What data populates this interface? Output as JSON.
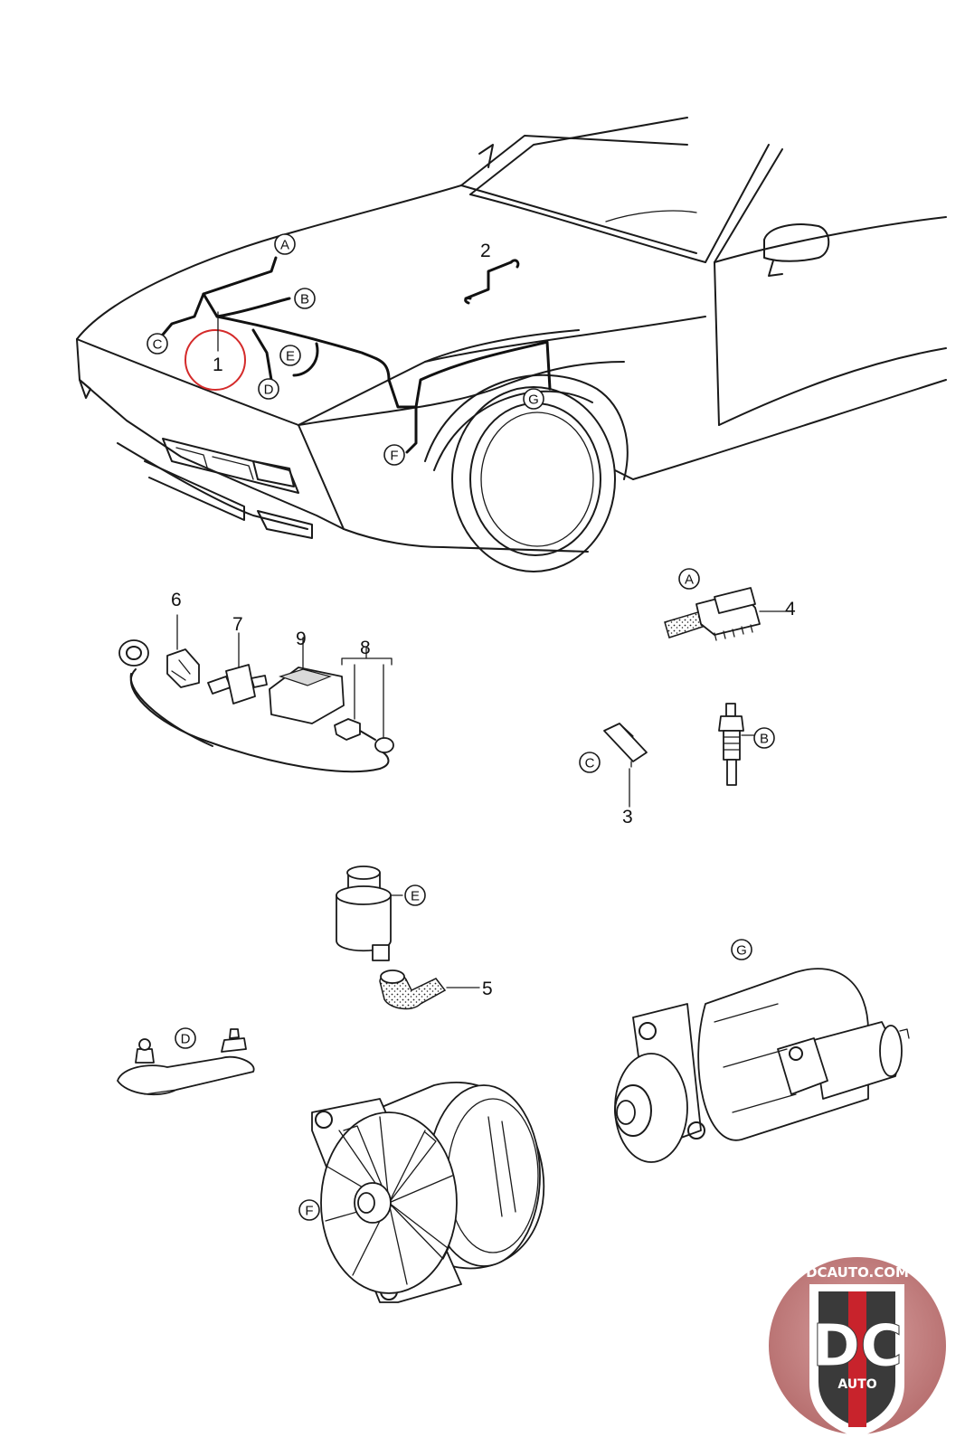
{
  "item_numbers": {
    "n1": "1",
    "n2": "2",
    "n3": "3",
    "n4": "4",
    "n5": "5",
    "n6": "6",
    "n7": "7",
    "n8": "8",
    "n9": "9"
  },
  "location_letters": {
    "a": "A",
    "b": "B",
    "c": "C",
    "d": "D",
    "e": "E",
    "f": "F",
    "g": "G"
  },
  "highlight_color": "#d42a2a",
  "logo": {
    "site": "DCAUTO.COM",
    "mark": "DC",
    "word": "AUTO"
  }
}
